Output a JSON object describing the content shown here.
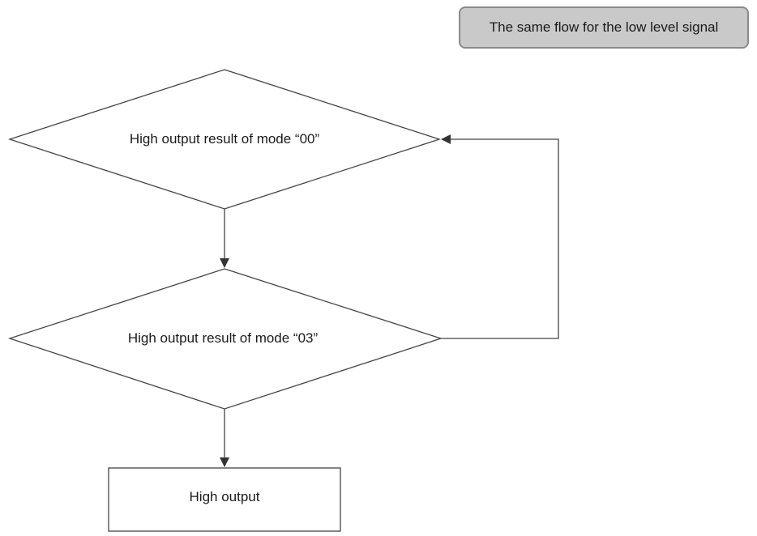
{
  "note": {
    "text": "The same flow for the low level signal"
  },
  "nodes": {
    "decision_00": {
      "label": "High output result of mode “00”"
    },
    "decision_03": {
      "label": "High output result of mode “03”"
    },
    "output": {
      "label": "High output"
    }
  },
  "colors": {
    "stroke": "#444444",
    "note_fill": "#c9c9c9",
    "note_border": "#8a8a8a"
  }
}
